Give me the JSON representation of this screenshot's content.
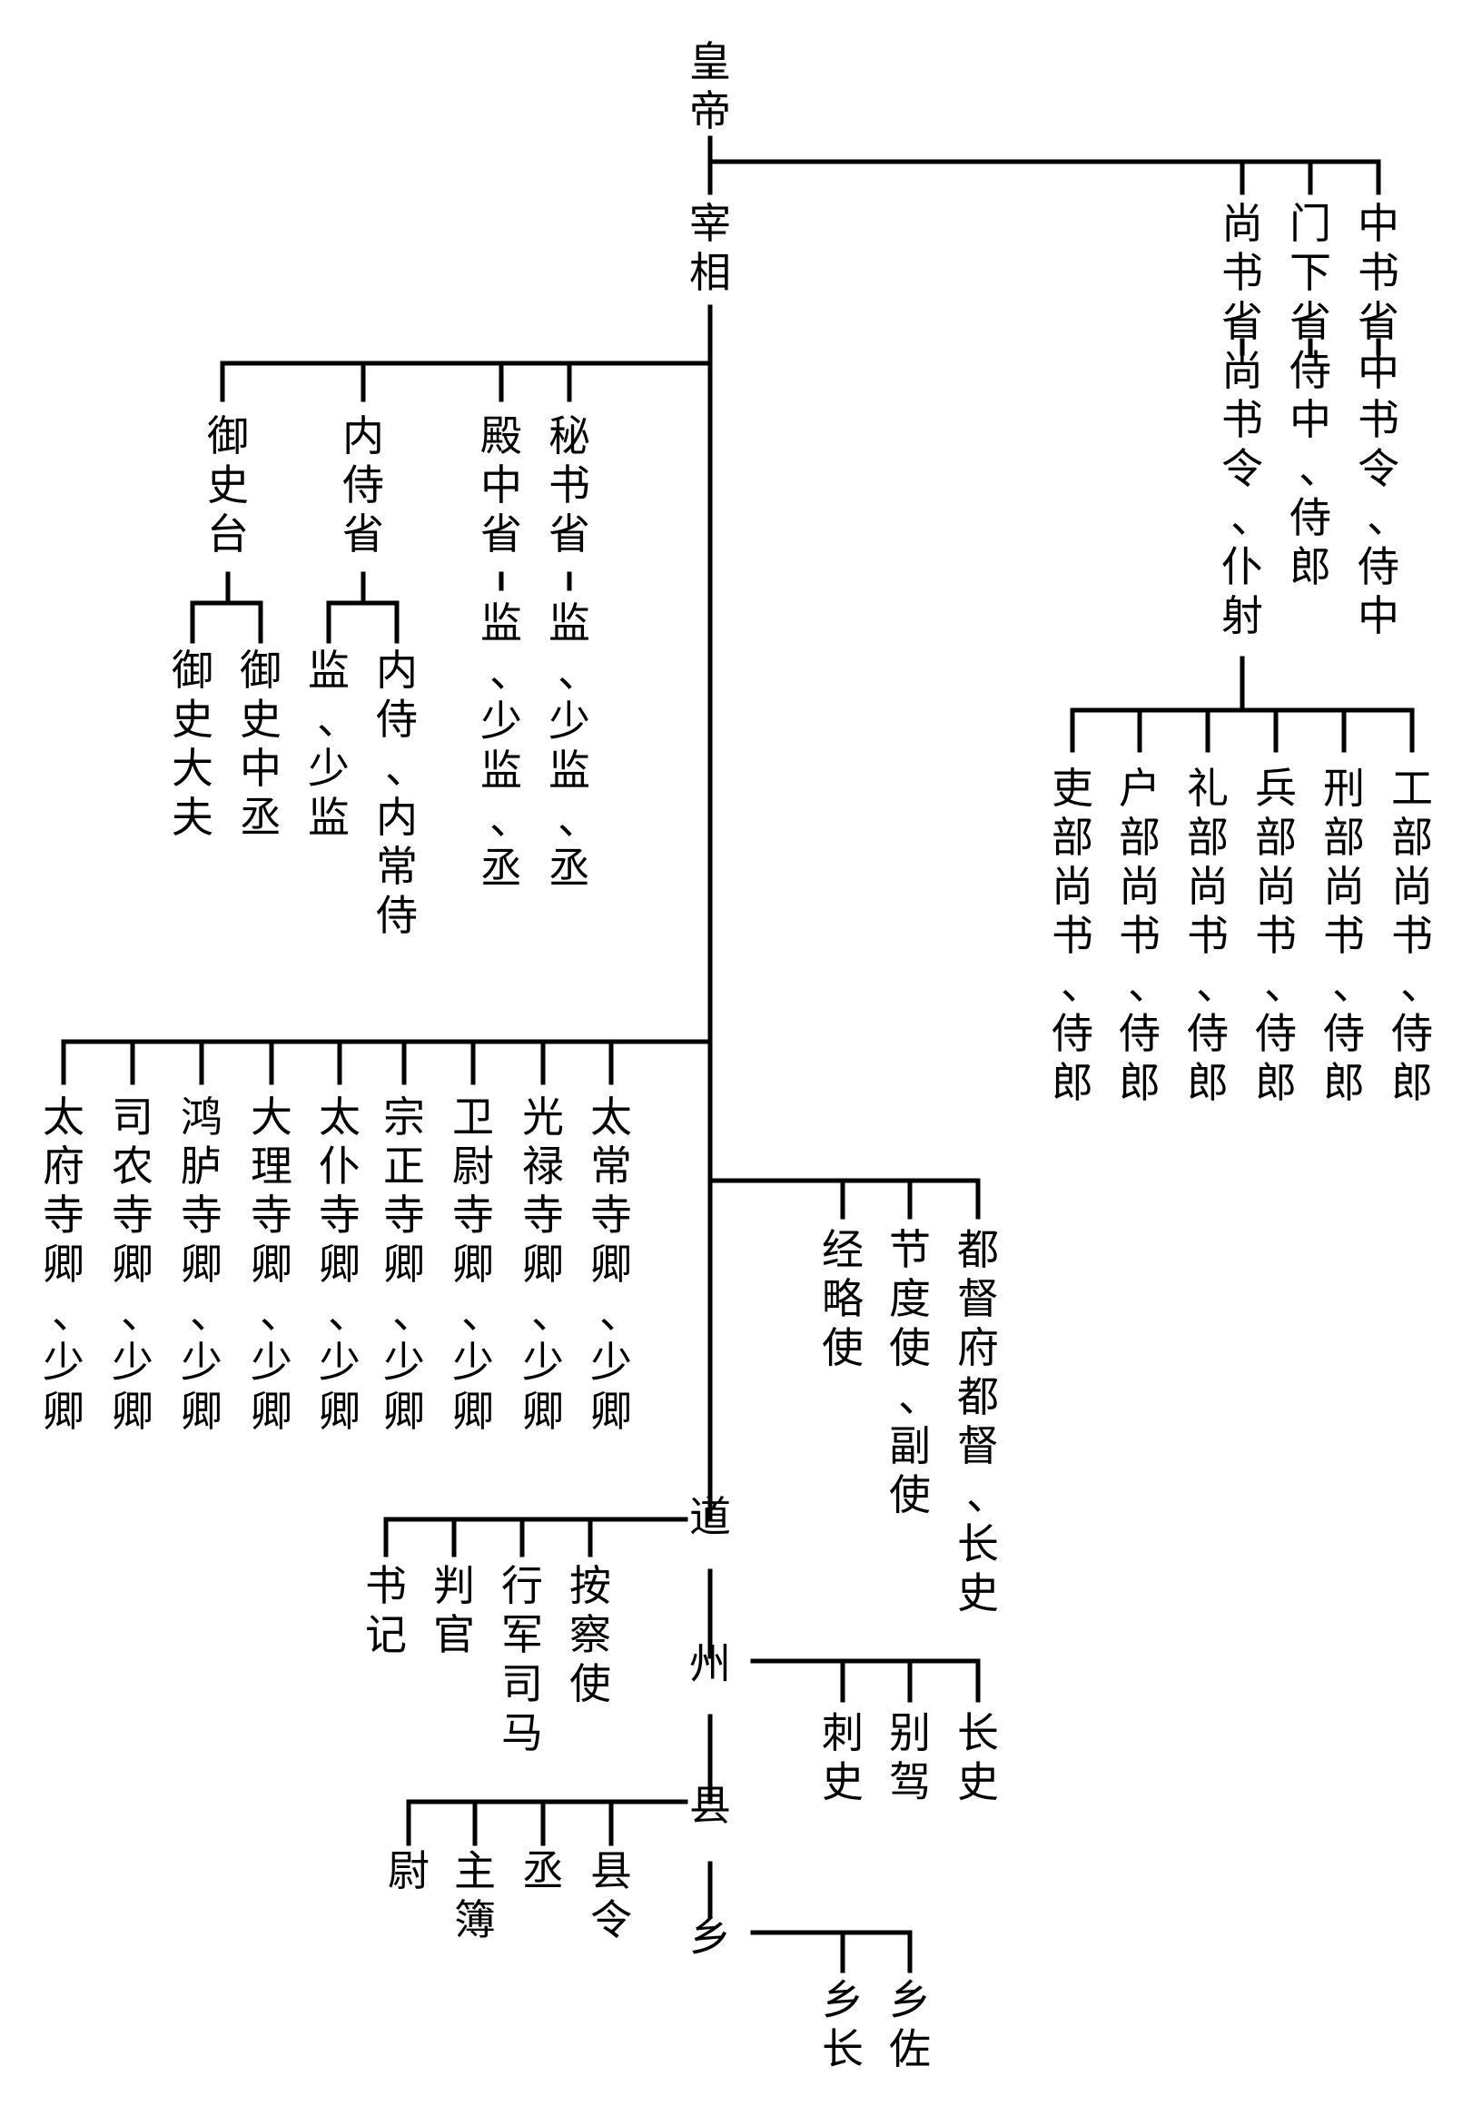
{
  "emperor": "皇帝",
  "chancellor": "宰相",
  "three_departments": {
    "zhongshu": "中书省",
    "zhongshu_heads": "中书令、侍中",
    "menxia": "门下省",
    "menxia_heads": "侍中、侍郎",
    "shangshu": "尚书省",
    "shangshu_heads": "尚书令、仆射"
  },
  "six_ministries": [
    "工部尚书、侍郎",
    "刑部尚书、侍郎",
    "兵部尚书、侍郎",
    "礼部尚书、侍郎",
    "户部尚书、侍郎",
    "吏部尚书、侍郎"
  ],
  "other_agencies": {
    "mishu": "秘书省",
    "mishu_heads": "监、少监、丞",
    "dianzhong": "殿中省",
    "dianzhong_heads": "监、少监、丞",
    "neishi": "内侍省",
    "neishi_officials": [
      "内侍、内常侍",
      "监、少监"
    ],
    "yushi": "御史台",
    "yushi_officials": [
      "御史中丞",
      "御史大夫"
    ]
  },
  "nine_courts": [
    "太常寺卿、少卿",
    "光禄寺卿、少卿",
    "卫尉寺卿、少卿",
    "宗正寺卿、少卿",
    "太仆寺卿、少卿",
    "大理寺卿、少卿",
    "鸿胪寺卿、少卿",
    "司农寺卿、少卿",
    "太府寺卿、少卿"
  ],
  "military_officials": [
    "都督府都督、长史",
    "节度使、副使",
    "经略使"
  ],
  "dao": {
    "label": "道",
    "officials": [
      "按察使",
      "行军司马",
      "判官",
      "书记"
    ]
  },
  "zhou": {
    "label": "州",
    "officials": [
      "长史",
      "别驾",
      "刺史"
    ]
  },
  "xian": {
    "label": "县",
    "officials": [
      "县令",
      "丞",
      "主簿",
      "尉"
    ]
  },
  "xiang": {
    "label": "乡",
    "officials": [
      "乡佐",
      "乡长"
    ]
  }
}
